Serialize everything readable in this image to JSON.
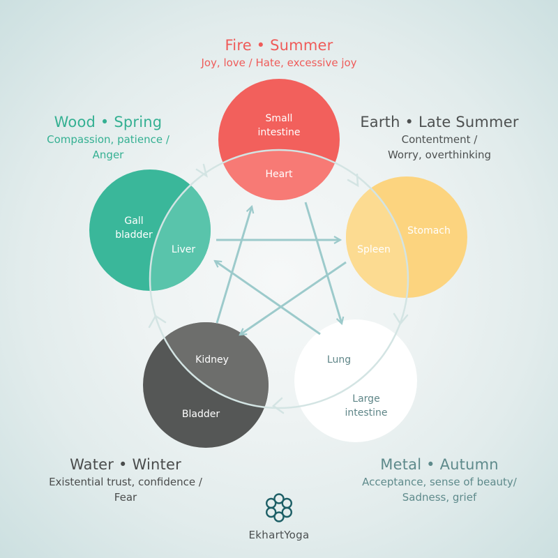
{
  "colors": {
    "fire": "#f2605c",
    "fire_inner": "#f77a75",
    "wood": "#3ab79a",
    "wood_inner": "#59c4ab",
    "earth": "#fcd47f",
    "earth_inner": "#fcda8c",
    "water": "#555756",
    "water_inner": "#6d6e6c",
    "metal": "#ffffff",
    "ring": "#d3e4e3",
    "arrows": "#9ccacb",
    "logo": "#1d5f66"
  },
  "elements": {
    "fire": {
      "title": "Fire • Summer",
      "desc_lines": [
        "Joy, love / Hate, excessive joy"
      ],
      "outer_organ": "Small intestine",
      "outer_organ_lines": [
        "Small",
        "intestine"
      ],
      "inner_organ": "Heart"
    },
    "wood": {
      "title": "Wood • Spring",
      "desc_lines": [
        "Compassion, patience /",
        "Anger"
      ],
      "outer_organ_lines": [
        "Gall",
        "bladder"
      ],
      "inner_organ": "Liver"
    },
    "earth": {
      "title": "Earth • Late Summer",
      "desc_lines": [
        "Contentment /",
        "Worry, overthinking"
      ],
      "outer_organ": "Stomach",
      "inner_organ": "Spleen"
    },
    "water": {
      "title": "Water • Winter",
      "desc_lines": [
        "Existential trust, confidence /",
        "Fear"
      ],
      "outer_organ": "Bladder",
      "inner_organ": "Kidney"
    },
    "metal": {
      "title": "Metal • Autumn",
      "desc_lines": [
        "Acceptance, sense of beauty/",
        "Sadness, grief"
      ],
      "outer_organ_lines": [
        "Large",
        "intestine"
      ],
      "inner_organ": "Lung"
    }
  },
  "logo": {
    "icon": "flower-knot-icon",
    "text": "EkhartYoga"
  }
}
